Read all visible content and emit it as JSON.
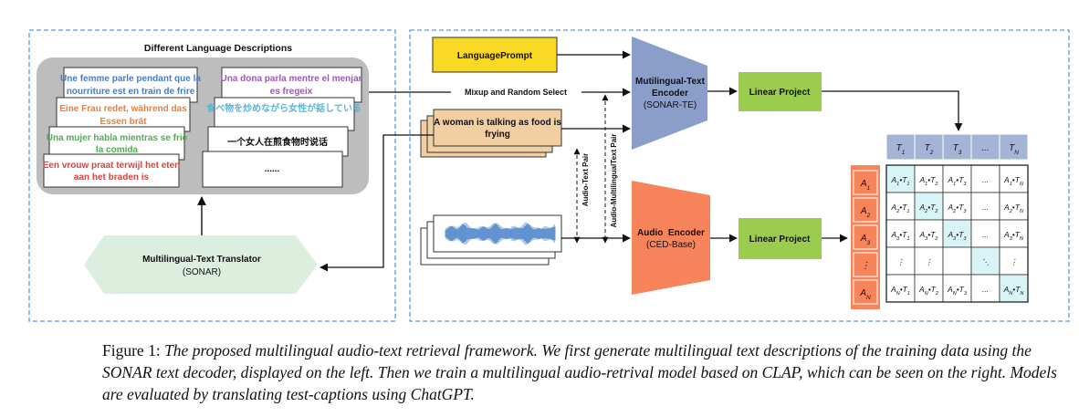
{
  "left_panel": {
    "title": "Different Language Descriptions",
    "descriptions": [
      {
        "lines": [
          "Une femme parle pendant que la",
          "nourriture est en train de frire"
        ],
        "color": "#4a7cc0"
      },
      {
        "lines": [
          "Eine Frau redet, während das",
          "Essen brät"
        ],
        "color": "#e8803a"
      },
      {
        "lines": [
          "Una mujer habla mientras se frie",
          "la comida"
        ],
        "color": "#4caf50"
      },
      {
        "lines": [
          "Een vrouw praat terwijl het eten",
          "aan het braden is"
        ],
        "color": "#d64545"
      },
      {
        "lines": [
          "Una dona parla mentre el menjar",
          "es fregeix"
        ],
        "color": "#9b59b6"
      },
      {
        "lines": [
          "食べ物を炒めながら女性が話している"
        ],
        "color": "#5ab4d6"
      },
      {
        "lines": [
          "一个女人在煎食物时说话"
        ],
        "color": "#111111"
      },
      {
        "lines": [
          "......"
        ],
        "color": "#111111"
      }
    ],
    "translator": {
      "title": "Multilingual-Text Translator",
      "subtitle": "(SONAR)"
    }
  },
  "right_panel": {
    "language_prompt": "LanguagePrompt",
    "mixup_label": "Mixup and Random Select",
    "caption_card": [
      "A woman is talking as food is",
      "frying"
    ],
    "text_encoder": {
      "title_lines": [
        "Mutilingual-Text",
        "Encoder"
      ],
      "subtitle": "(SONAR-TE)"
    },
    "audio_encoder": {
      "title_lines": [
        "Audio  Encoder"
      ],
      "subtitle": "(CED-Base)"
    },
    "linear_project_top": "Linear Project",
    "linear_project_bottom": "Linear Project",
    "audio_text_pair": "Audio-Text Pair",
    "audio_multilingual_pair": "Audio-MultilingualText Pair",
    "matrix": {
      "col_headers": [
        [
          "T",
          "1"
        ],
        [
          "T",
          "2"
        ],
        [
          "T",
          "3"
        ],
        [
          "...",
          ""
        ],
        [
          "T",
          "N"
        ]
      ],
      "row_headers": [
        [
          "A",
          "1"
        ],
        [
          "A",
          "2"
        ],
        [
          "A",
          "3"
        ],
        [
          "⋮",
          ""
        ],
        [
          "A",
          "N"
        ]
      ],
      "cells": [
        [
          [
            "A",
            "1",
            "T",
            "1"
          ],
          [
            "A",
            "1",
            "T",
            "2"
          ],
          [
            "A",
            "1",
            "T",
            "3"
          ],
          [
            "...",
            "",
            "",
            ""
          ],
          [
            "A",
            "1",
            "T",
            "N"
          ]
        ],
        [
          [
            "A",
            "2",
            "T",
            "1"
          ],
          [
            "A",
            "2",
            "T",
            "2"
          ],
          [
            "A",
            "2",
            "T",
            "3"
          ],
          [
            "...",
            "",
            "",
            ""
          ],
          [
            "A",
            "2",
            "T",
            "N"
          ]
        ],
        [
          [
            "A",
            "3",
            "T",
            "1"
          ],
          [
            "A",
            "3",
            "T",
            "2"
          ],
          [
            "A",
            "3",
            "T",
            "3"
          ],
          [
            "...",
            "",
            "",
            ""
          ],
          [
            "A",
            "3",
            "T",
            "N"
          ]
        ],
        [
          [
            "⋮",
            "",
            "",
            ""
          ],
          [
            "⋮",
            "",
            "",
            ""
          ],
          [
            "",
            "",
            "",
            ""
          ],
          [
            "⋱",
            "",
            "",
            ""
          ],
          [
            "⋮",
            "",
            "",
            ""
          ]
        ],
        [
          [
            "A",
            "N",
            "T",
            "1"
          ],
          [
            "A",
            "N",
            "T",
            "2"
          ],
          [
            "A",
            "N",
            "T",
            "3"
          ],
          [
            "...",
            "",
            "",
            ""
          ],
          [
            "A",
            "N",
            "T",
            "N"
          ]
        ]
      ]
    }
  },
  "caption": {
    "label": "Figure 1:",
    "text": "The proposed multilingual audio-text retrieval framework. We first generate multilingual text descriptions of the training data using the SONAR text decoder, displayed on the left. Then we train a multilingual audio-retrival model based on CLAP, which can be seen on the right. Models are evaluated by translating test-captions using ChatGPT."
  },
  "colors": {
    "dashed_border": "#5a9bd8",
    "language_prompt": "#f9d923",
    "caption_card": "#f2cfa2",
    "text_encoder": "#8b9dc9",
    "audio_encoder": "#f7845a",
    "linear_project": "#9ccc4e",
    "matrix_header": "#a4b4d6",
    "row_header": "#f7845a",
    "diagonal_cell": "#d9f4f7",
    "translator": "#dceedd",
    "gray_panel": "#bdbdbd",
    "waveform": "#3a78c4"
  }
}
